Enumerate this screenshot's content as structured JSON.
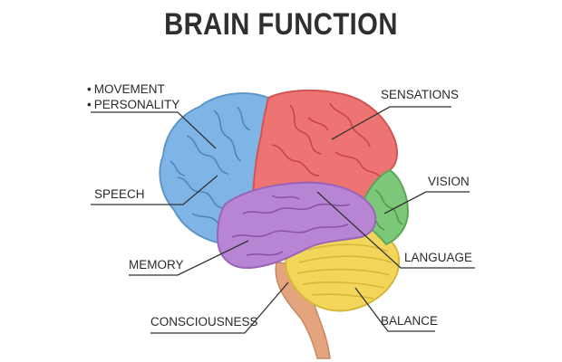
{
  "title": "BRAIN FUNCTION",
  "labels": {
    "movement": "MOVEMENT",
    "personality": "PERSONALITY",
    "speech": "SPEECH",
    "memory": "MEMORY",
    "consciousness": "CONSCIOUSNESS",
    "sensations": "SENSATIONS",
    "vision": "VISION",
    "language": "LANGUAGE",
    "balance": "BALANCE"
  },
  "colors": {
    "frontal_lobe": "#7fb5e6",
    "parietal_lobe": "#ee7373",
    "occipital_lobe": "#7cc77a",
    "temporal_lobe": "#b884d4",
    "cerebellum": "#f2d65a",
    "brain_stem": "#e3a47e",
    "text": "#2a2a2a",
    "leader_line": "#333333"
  }
}
